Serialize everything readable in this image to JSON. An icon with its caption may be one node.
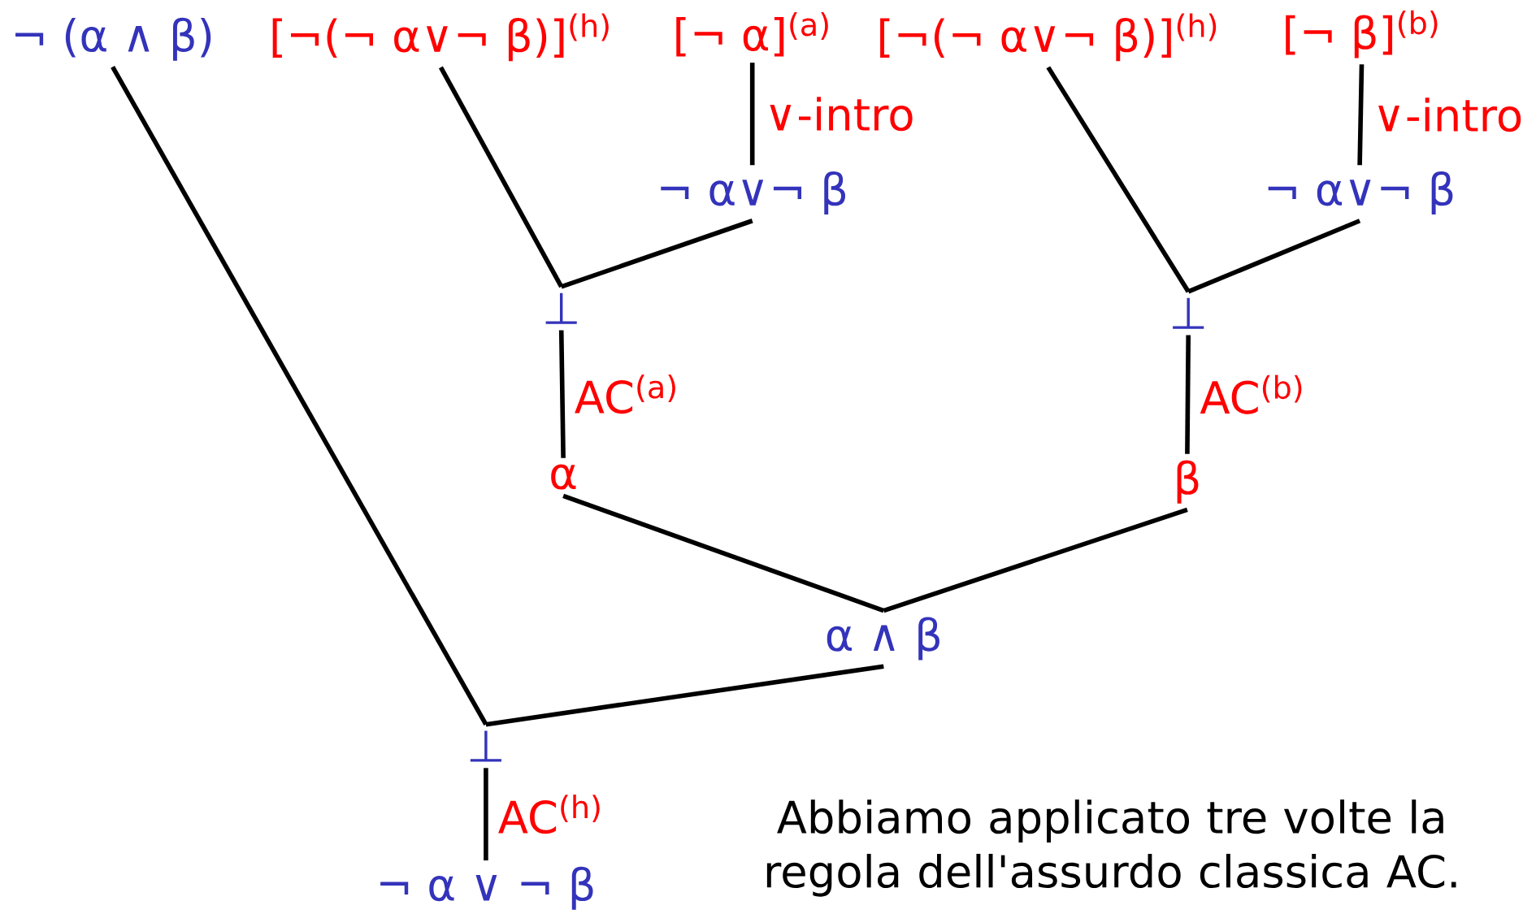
{
  "diagram": {
    "nodes": [
      {
        "text": [
          "¬ (α ∧ β)"
        ]
      },
      {
        "text": [
          "[¬(¬ α∨¬ β)]$^{(h)}$"
        ]
      },
      {
        "text": [
          "[¬ α]$^{(a)}$"
        ]
      },
      {
        "text": [
          "[¬(¬ α∨¬ β)]$^{(h)}$"
        ]
      },
      {
        "text": [
          "[¬ β]$^{(b)}$"
        ]
      },
      {
        "text": [
          "¬ α∨¬ β"
        ]
      },
      {
        "text": [
          "¬ α∨¬ β"
        ]
      },
      {
        "text": [
          "⊥"
        ]
      },
      {
        "text": [
          "⊥"
        ]
      },
      {
        "text": [
          "α"
        ]
      },
      {
        "text": [
          "β"
        ]
      },
      {
        "text": [
          "α ∧ β"
        ]
      },
      {
        "text": [
          "⊥"
        ]
      },
      {
        "text": [
          "¬ α ∨ ¬ β"
        ]
      }
    ],
    "edges": [
      {
        "from": 1,
        "to": 7,
        "arrow": "none"
      },
      {
        "from": 2,
        "to": 5,
        "arrow": "none",
        "label": "∨-intro"
      },
      {
        "from": 5,
        "to": 7,
        "arrow": "none"
      },
      {
        "from": 3,
        "to": 8,
        "arrow": "none"
      },
      {
        "from": 4,
        "to": 6,
        "arrow": "none",
        "label": "∨-intro"
      },
      {
        "from": 6,
        "to": 8,
        "arrow": "none"
      },
      {
        "from": 7,
        "to": 9,
        "arrow": "none",
        "label": "AC$^{(a)}$"
      },
      {
        "from": 8,
        "to": 10,
        "arrow": "none",
        "label": "AC$^{(b)}$"
      },
      {
        "from": 9,
        "to": 11,
        "arrow": "none"
      },
      {
        "from": 10,
        "to": 11,
        "arrow": "none"
      },
      {
        "from": 0,
        "to": 12,
        "arrow": "none"
      },
      {
        "from": 11,
        "to": 12,
        "arrow": "none"
      },
      {
        "from": 12,
        "to": 13,
        "arrow": "none",
        "label": "AC$^{(h)}$"
      }
    ],
    "caption": "Abbiamo applicato tre volte la regola dell'assurdo classica AC."
  }
}
